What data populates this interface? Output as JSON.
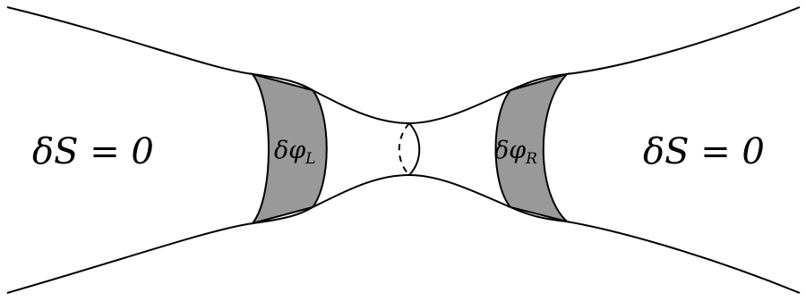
{
  "diagram": {
    "left_label": "δS = 0",
    "right_label": "δS = 0",
    "left_band": {
      "symbol": "δφ",
      "subscript": "L",
      "fill": "#999999"
    },
    "right_band": {
      "symbol": "δφ",
      "subscript": "R",
      "fill": "#999999"
    }
  }
}
